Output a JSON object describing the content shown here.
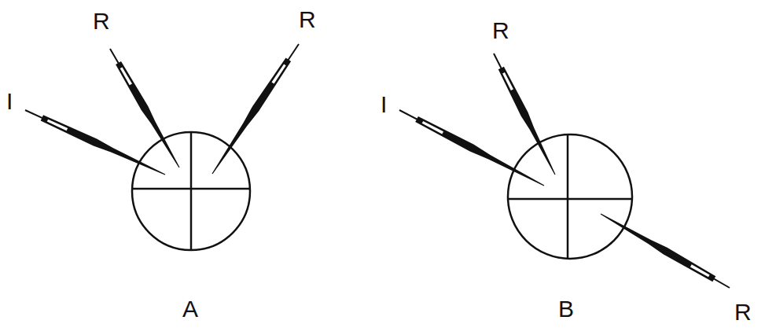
{
  "diagram": {
    "labels": [
      "R",
      "R",
      "I",
      "A",
      "R",
      "I",
      "R",
      "B"
    ]
  }
}
